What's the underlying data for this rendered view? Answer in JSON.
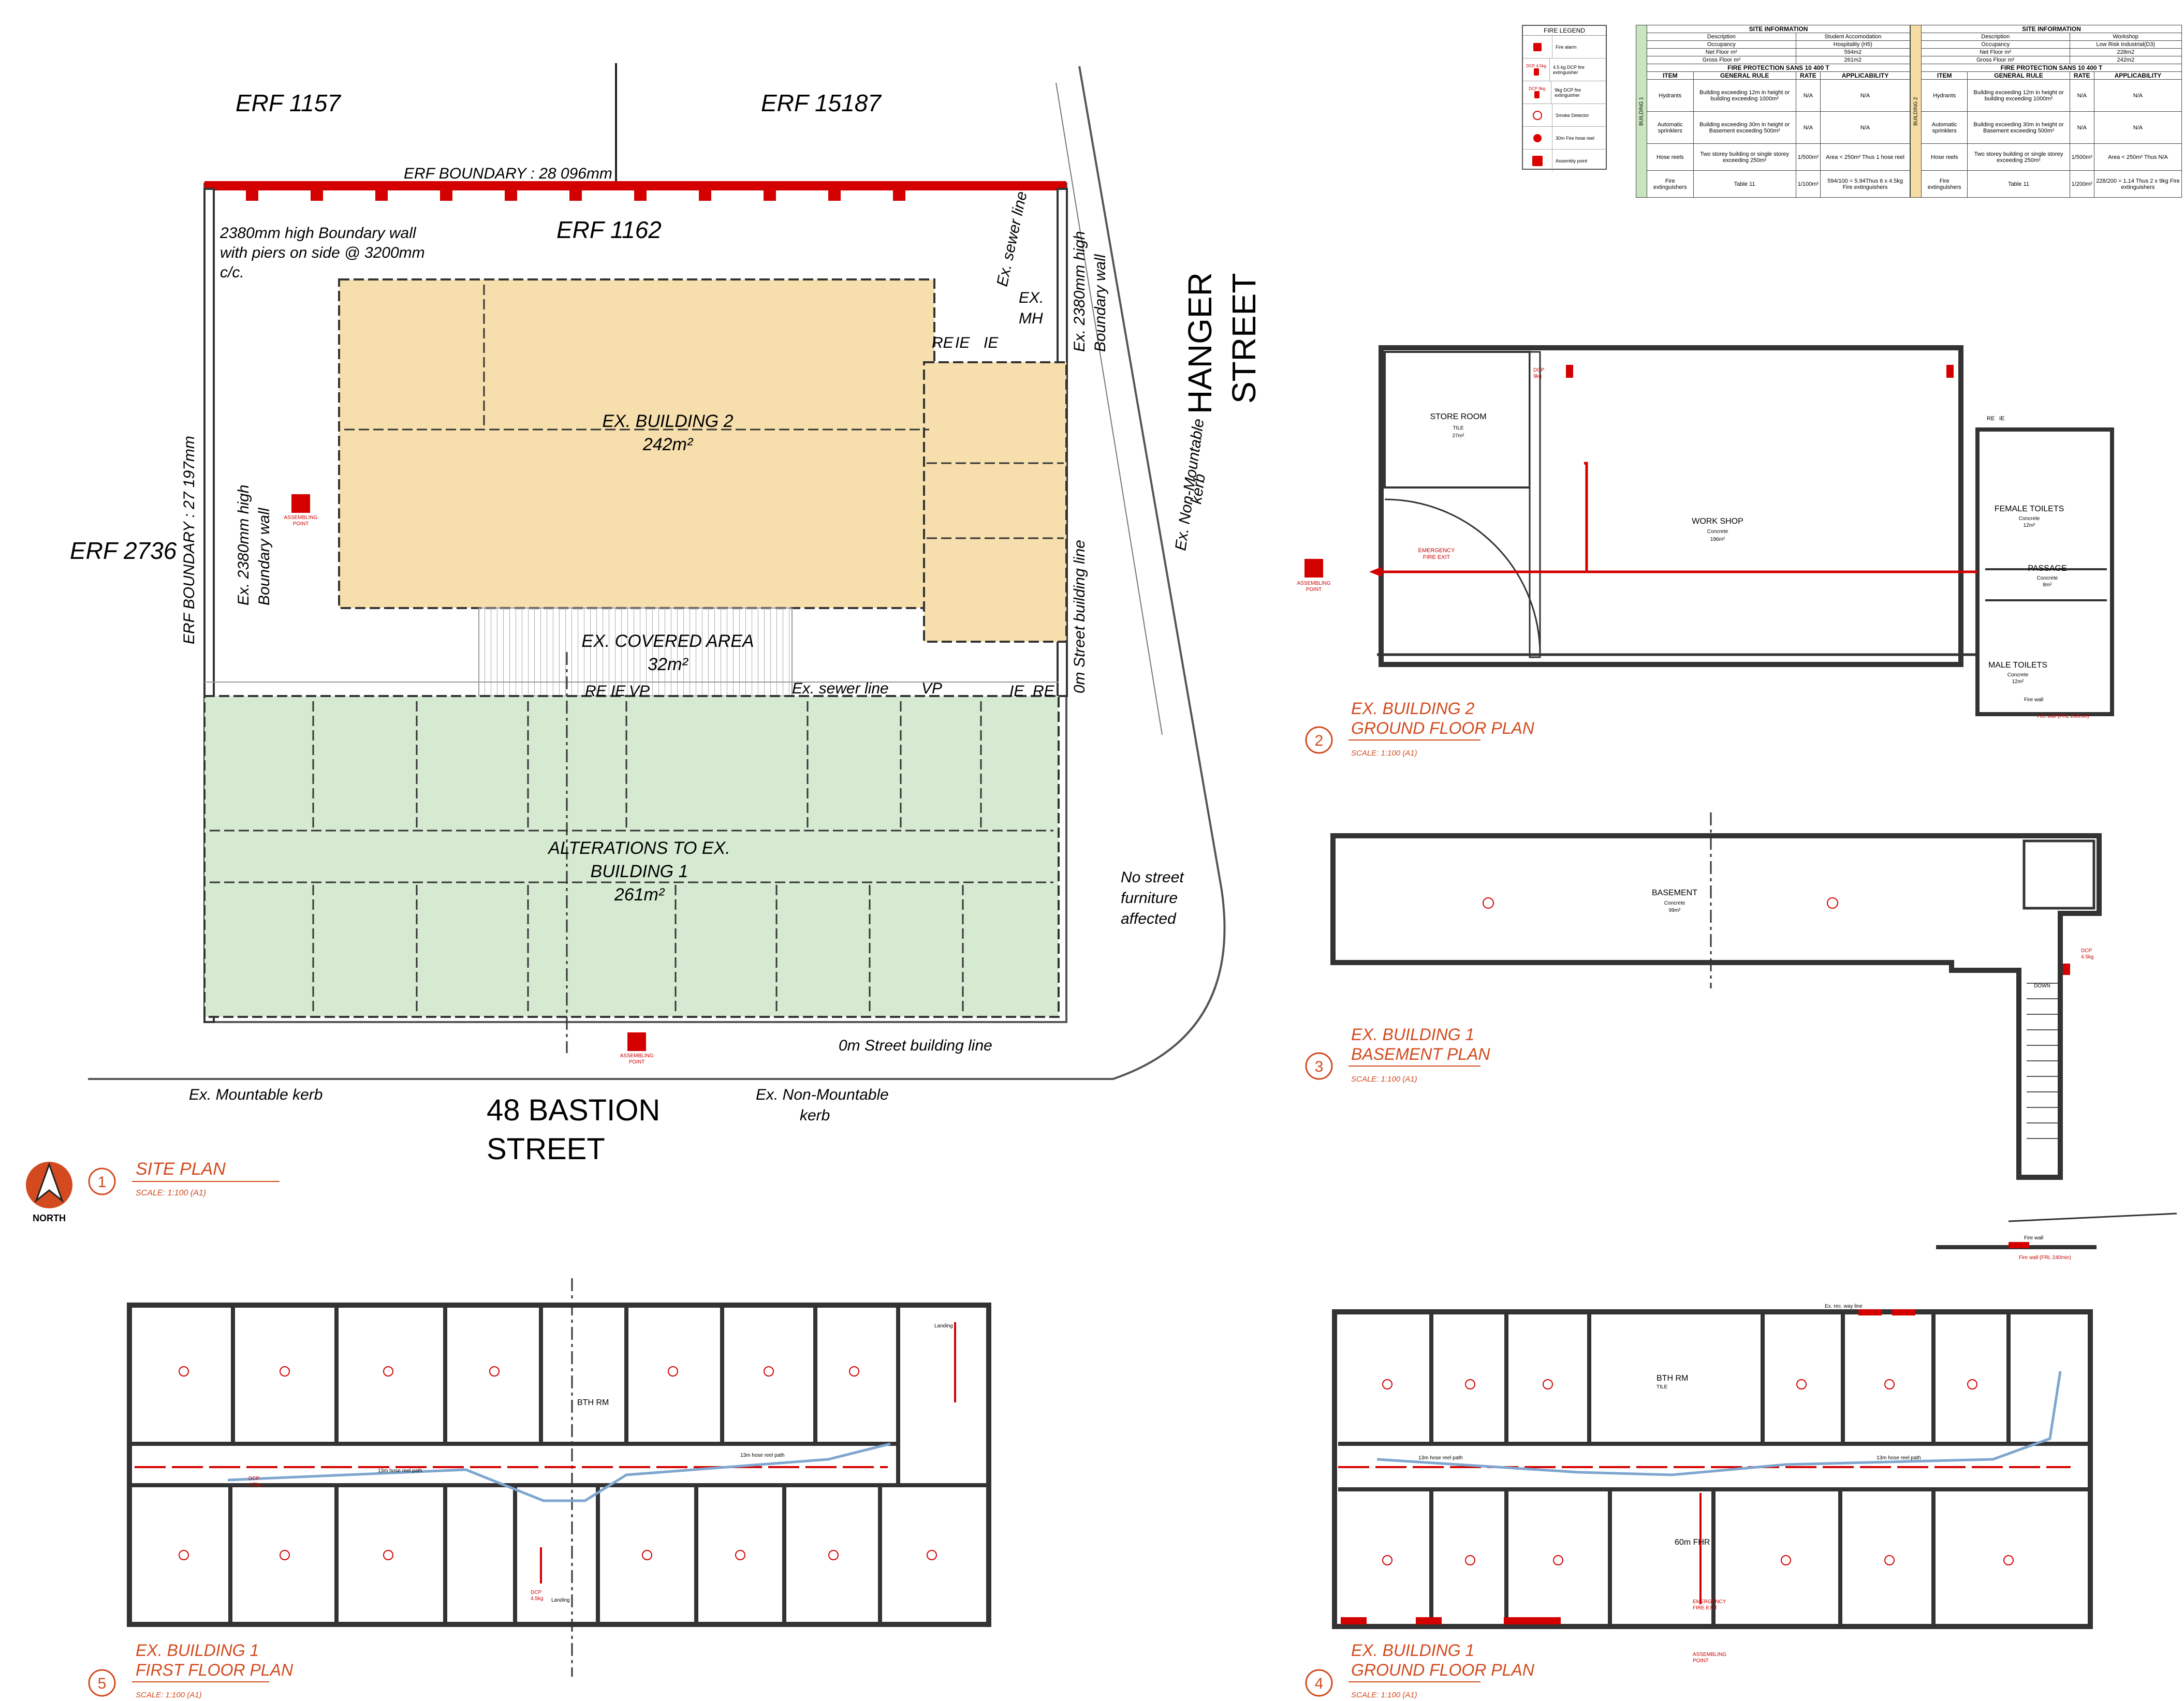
{
  "site_plan": {
    "labels": {
      "erf_1157": "ERF 1157",
      "erf_15187": "ERF 15187",
      "erf_1162": "ERF 1162",
      "erf_2736": "ERF 2736",
      "erf_boundary_top": "ERF BOUNDARY : 28 096mm",
      "erf_boundary_left": "ERF BOUNDARY : 27 197mm",
      "boundary_wall_note_1": "2380mm high Boundary wall",
      "boundary_wall_note_2": "with piers on side @ 3200mm",
      "boundary_wall_note_3": "c/c.",
      "ex_wall_left_1": "Ex. 2380mm high",
      "ex_wall_left_2": "Boundary wall",
      "ex_wall_right_1": "Ex. 2380mm high",
      "ex_wall_right_2": "Boundary wall",
      "sewer_line_diag": "Ex. sewer line",
      "ex_mh_1": "EX.",
      "ex_mh_2": "MH",
      "building2_name": "EX. BUILDING 2",
      "building2_area": "242m²",
      "covered_area_name": "EX. COVERED AREA",
      "covered_area_area": "32m²",
      "building1_name_1": "ALTERATIONS TO EX.",
      "building1_name_2": "BUILDING 1",
      "building1_area": "261m²",
      "sewer_line_h": "Ex. sewer line",
      "re_1": "RE",
      "ie_1": "IE",
      "vp_1": "VP",
      "vp_2": "VP",
      "ie_2": "IE",
      "re_2": "RE",
      "re_top": "RE",
      "ie_top1": "IE",
      "ie_top2": "IE",
      "street_building_line_v": "0m Street building line",
      "street_building_line_h": "0m Street building line",
      "hanger_street_1": "HANGER",
      "hanger_street_2": "STREET",
      "non_mountable_kerb_v1": "Ex. Non-Mountable",
      "non_mountable_kerb_v2": "kerb",
      "no_street_furniture_1": "No street",
      "no_street_furniture_2": "furniture",
      "no_street_furniture_3": "affected",
      "mountable_kerb": "Ex. Mountable kerb",
      "non_mountable_kerb_h1": "Ex. Non-Mountable",
      "non_mountable_kerb_h2": "kerb",
      "bastion_street_1": "48 BASTION",
      "bastion_street_2": "STREET",
      "assembly_point_1": "ASSEMBLING",
      "assembly_point_2": "POINT",
      "assembly_point_3": "ASSEMBLING",
      "assembly_point_4": "POINT"
    },
    "title": {
      "number": "1",
      "name": "SITE PLAN",
      "scale": "SCALE:  1:100 (A1)"
    },
    "north": "NORTH"
  },
  "fire_legend": {
    "title": "FIRE LEGEND",
    "items": [
      {
        "symbol": "fire-alarm-icon",
        "label": "Fire alarm"
      },
      {
        "symbol": "extinguisher-icon",
        "code": "DCP 4.5kg",
        "label": "4.5 kg DCP fire extinguisher"
      },
      {
        "symbol": "extinguisher-icon",
        "code": "DCP 9kg",
        "label": "9kg DCP fire extinguisher"
      },
      {
        "symbol": "smoke-detector-icon",
        "label": "Smoke Detector"
      },
      {
        "symbol": "hose-reel-icon",
        "label": "30m Fire hose reel"
      },
      {
        "symbol": "assembly-point-icon",
        "label": "Assembly point"
      }
    ]
  },
  "site_info_tables": [
    {
      "header": "SITE INFORMATION",
      "side_label": "BUILDING 1",
      "side_color": "#c9e5bf",
      "rows": [
        [
          "Description",
          "Student Accomodation"
        ],
        [
          "Occupancy",
          "Hospitality (H5)"
        ],
        [
          "Net Floor m²",
          "594m2"
        ],
        [
          "Gross Floor m²",
          "261m2"
        ]
      ],
      "subheader": "FIRE PROTECTION  SANS 10 400 T",
      "columns": [
        "ITEM",
        "GENERAL RULE",
        "RATE",
        "APPLICABILITY"
      ],
      "items": [
        [
          "Hydrants",
          "Building exceeding 12m in height or building exceeding 1000m²",
          "N/A",
          "N/A"
        ],
        [
          "Automatic sprinklers",
          "Building exceeding 30m in height or Basement exceeding 500m²",
          "N/A",
          "N/A"
        ],
        [
          "Hose reels",
          "Two storey building or single storey exceeding 250m²",
          "1/500m²",
          "Area < 250m² Thus 1 hose reel"
        ],
        [
          "Fire extinguishers",
          "Table 11",
          "1/100m²",
          "594/100 = 5.94Thus 6 x 4.5kg Fire extinguishers"
        ]
      ]
    },
    {
      "header": "SITE INFORMATION",
      "side_label": "BUILDING 2",
      "side_color": "#f4dca3",
      "rows": [
        [
          "Description",
          "Workshop"
        ],
        [
          "Occupancy",
          "Low Risk Industrial(D3)"
        ],
        [
          "Net Floor m²",
          "228m2"
        ],
        [
          "Gross Floor m²",
          "242m2"
        ]
      ],
      "subheader": "FIRE PROTECTION  SANS 10 400 T",
      "columns": [
        "ITEM",
        "GENERAL RULE",
        "RATE",
        "APPLICABILITY"
      ],
      "items": [
        [
          "Hydrants",
          "Building exceeding 12m in height or building exceeding 1000m²",
          "N/A",
          "N/A"
        ],
        [
          "Automatic sprinklers",
          "Building exceeding 30m in height or Basement exceeding 500m²",
          "N/A",
          "N/A"
        ],
        [
          "Hose reels",
          "Two storey building or single storey exceeding 250m²",
          "1/500m²",
          "Area < 250m² Thus N/A"
        ],
        [
          "Fire extinguishers",
          "Table 11",
          "1/200m²",
          "228/200 = 1.14 Thus 2 x 9kg Fire extinguishers"
        ]
      ]
    }
  ],
  "plan2": {
    "title": {
      "number": "2",
      "name_1": "EX. BUILDING 2",
      "name_2": "GROUND FLOOR PLAN",
      "scale": "SCALE:  1:100 (A1)"
    },
    "rooms": {
      "store_room": "STORE ROOM",
      "store_room_finish": "TILE",
      "store_room_area": "27m²",
      "workshop": "WORK SHOP",
      "workshop_finish": "Concrete",
      "workshop_area": "196m²",
      "female_toilets": "FEMALE TOILETS",
      "female_finish": "Concrete",
      "female_area": "12m²",
      "passage": "PASSAGE",
      "passage_finish": "Concrete",
      "passage_area": "8m²",
      "male_toilets": "MALE TOILETS",
      "male_finish": "Concrete",
      "male_area": "12m²",
      "emergency_exit_1": "EMERGENCY",
      "emergency_exit_2": "FIRE EXIT",
      "assembly_1": "ASSEMBLING",
      "assembly_2": "POINT",
      "re": "RE",
      "ie": "IE",
      "fire_wall": "Fire wall",
      "fire_wall_2": "Fire wall (FRL 240min)",
      "dcp": "DCP",
      "dcp_9kg": "9kg"
    }
  },
  "plan3": {
    "title": {
      "number": "3",
      "name_1": "EX. BUILDING 1",
      "name_2": "BASEMENT PLAN",
      "scale": "SCALE:  1:100 (A1)"
    },
    "rooms": {
      "basement": "BASEMENT",
      "basement_finish": "Concrete",
      "basement_area": "99m²",
      "down": "DOWN",
      "dcp": "DCP",
      "dcp_kg": "4.5kg"
    }
  },
  "plan4": {
    "title": {
      "number": "4",
      "name_1": "EX. BUILDING 1",
      "name_2": "GROUND FLOOR PLAN",
      "scale": "SCALE:  1:100 (A1)"
    },
    "rooms": {
      "bathroom": "BTH RM",
      "tile": "TILE",
      "sixty_fhr": "60m FHR",
      "emergency_1": "EMERGENCY",
      "emergency_2": "FIRE EXIT",
      "assembly_1": "ASSEMBLING",
      "assembly_2": "POINT",
      "hose_path_1": "13m hose reel path",
      "hose_path_2": "13m hose reel path",
      "ex_wall": "Ex. rec. way line",
      "fire_wall": "Fire wall",
      "fire_wall_2": "Fire wall (FRL 240min)"
    }
  },
  "plan5": {
    "title": {
      "number": "5",
      "name_1": "EX. BUILDING 1",
      "name_2": "FIRST FLOOR PLAN",
      "scale": "SCALE:  1:100 (A1)"
    },
    "rooms": {
      "bathroom": "BTH RM",
      "landing": "Landing",
      "landing_2": "Landing",
      "hose_path_1": "13m hose reel path",
      "hose_path_2": "13m hose reel path",
      "dcp": "DCP",
      "dcp_kg": "4.5kg",
      "dcp_b": "DCP",
      "dcp_b_kg": "4.5kg"
    }
  },
  "colors": {
    "building2_fill": "#f6dfad",
    "building1_fill": "#d6ead2",
    "fire_red": "#d40000",
    "title_orange": "#d24a1e",
    "hose_blue": "#7ea6cf"
  }
}
